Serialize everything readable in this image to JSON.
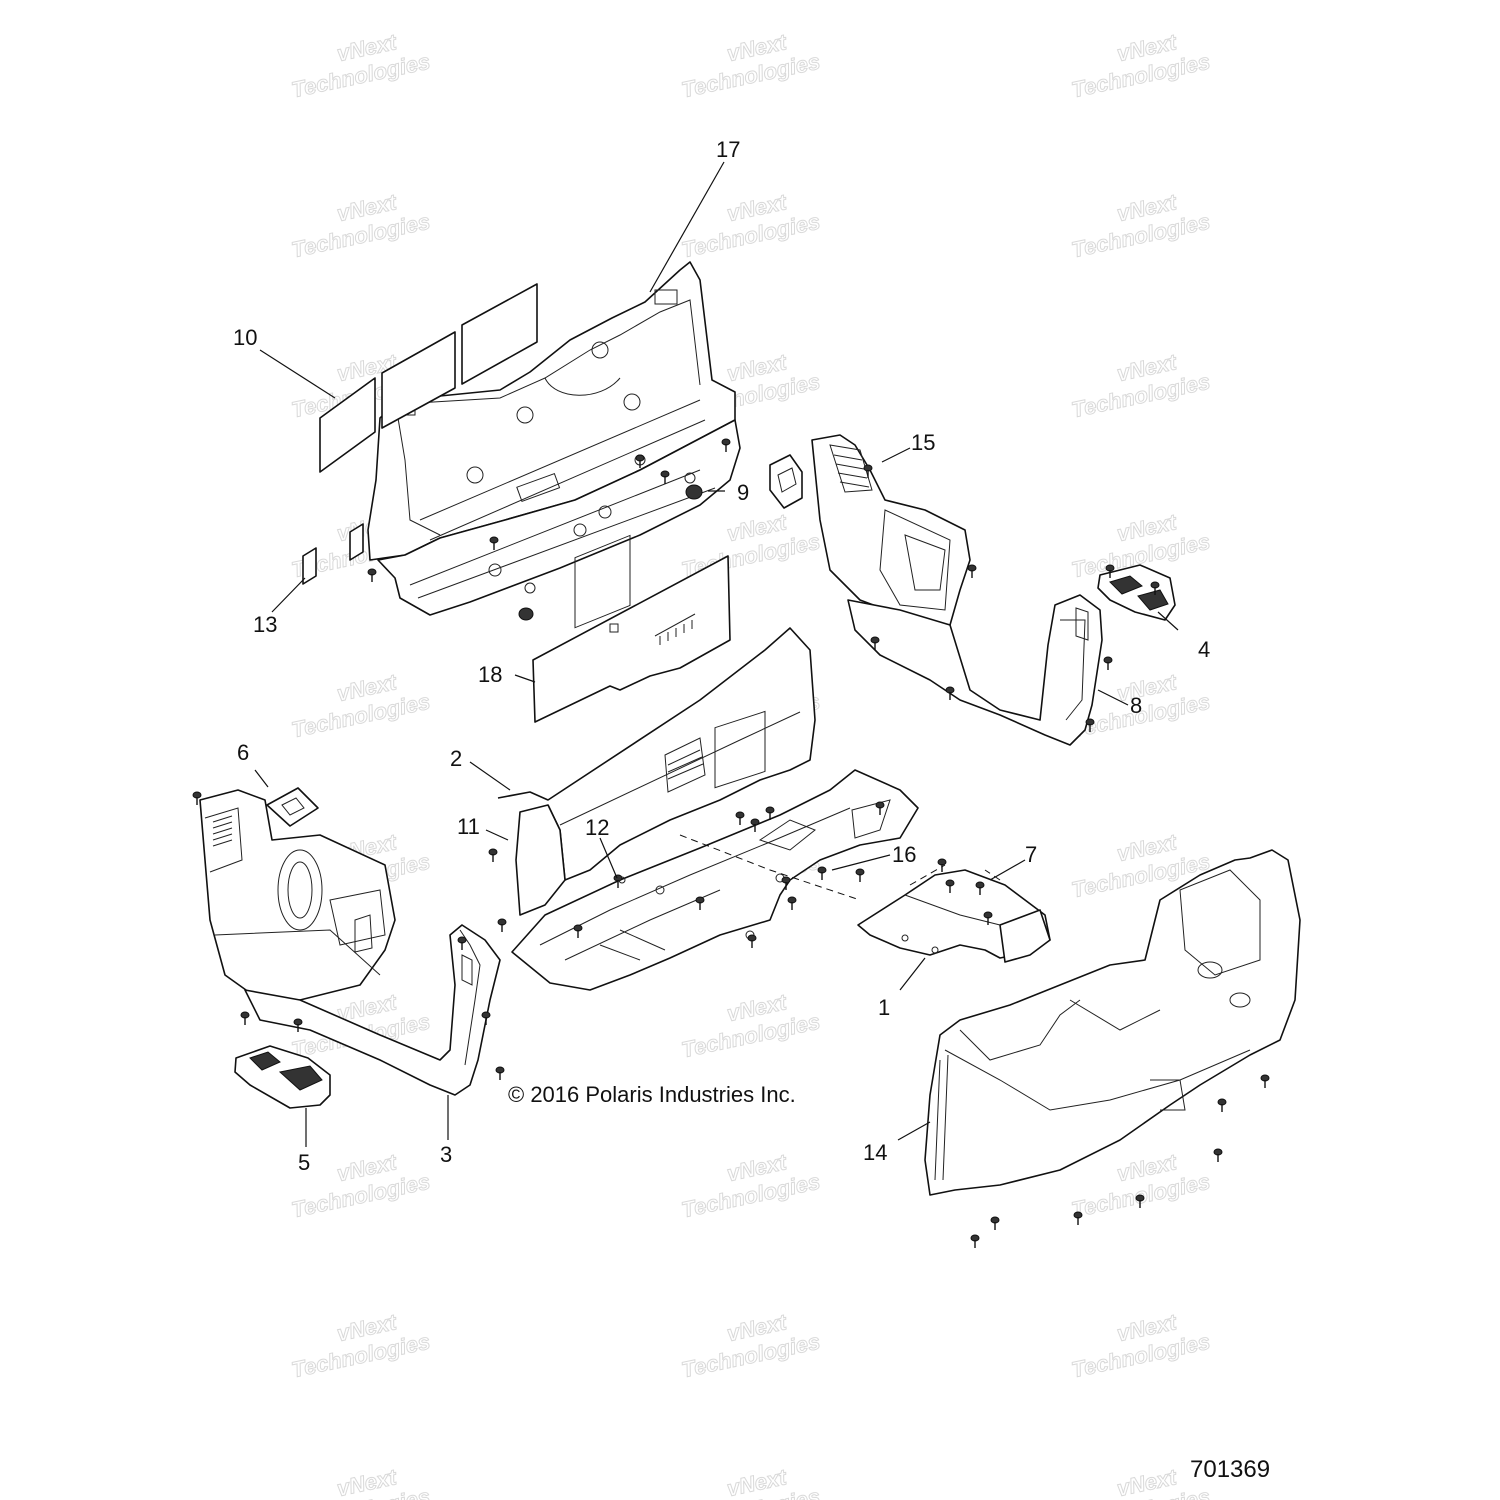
{
  "watermark": {
    "line1": "vNext",
    "line2": "Technologies"
  },
  "copyright": "© 2016 Polaris Industries Inc.",
  "document_number": "701369",
  "callouts": [
    "1",
    "2",
    "3",
    "4",
    "5",
    "6",
    "7",
    "8",
    "9",
    "10",
    "11",
    "12",
    "13",
    "14",
    "15",
    "16",
    "17",
    "18"
  ],
  "colors": {
    "line": "#111111",
    "watermark": "#d9d9d9",
    "background": "#ffffff"
  }
}
